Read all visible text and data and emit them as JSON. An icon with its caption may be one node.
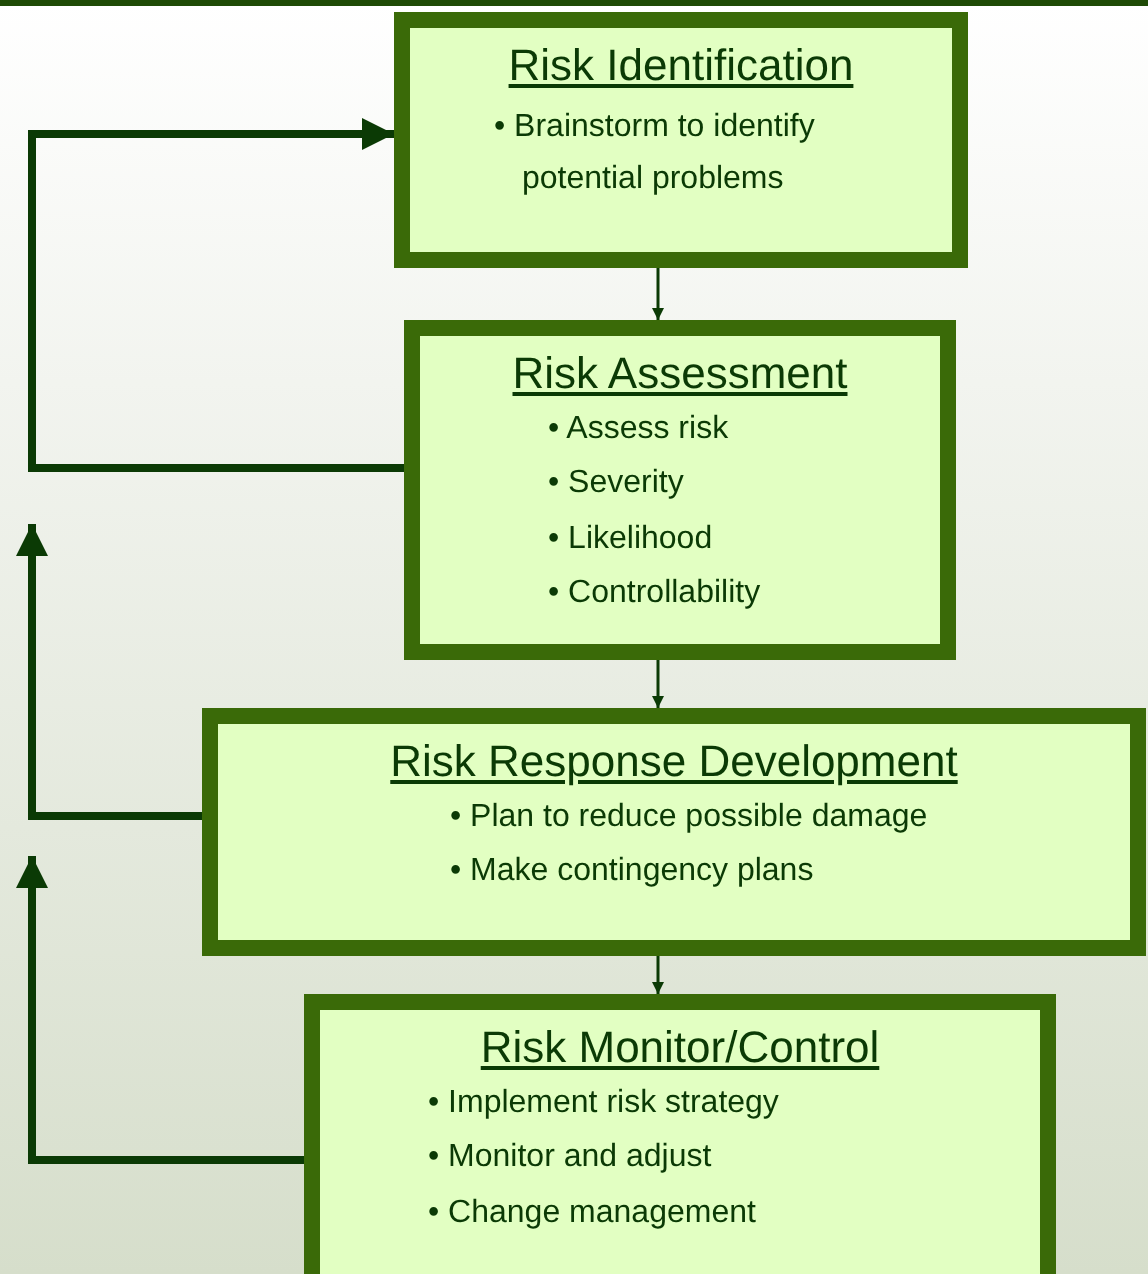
{
  "diagram": {
    "nodes": [
      {
        "text": [
          "Risk Identification",
          "• Brainstorm to identify potential problems"
        ]
      },
      {
        "text": [
          "Risk Assessment",
          "• Assess risk",
          "• Severity",
          "• Likelihood",
          "• Controllability"
        ]
      },
      {
        "text": [
          "Risk Response Development",
          "• Plan to reduce possible damage",
          "• Make contingency plans"
        ]
      },
      {
        "text": [
          "Risk Monitor/Control",
          "• Implement risk strategy",
          "• Monitor and adjust",
          "• Change management"
        ]
      }
    ],
    "edges": [
      {
        "from": 0,
        "to": 1,
        "arrow": "to"
      },
      {
        "from": 1,
        "to": 2,
        "arrow": "to"
      },
      {
        "from": 2,
        "to": 3,
        "arrow": "to"
      },
      {
        "from": 1,
        "to": 0,
        "arrow": "to",
        "style": "thick"
      },
      {
        "from": 2,
        "to": null,
        "arrow": "to",
        "style": "thick"
      },
      {
        "from": 3,
        "to": null,
        "arrow": "to",
        "style": "thick"
      }
    ]
  }
}
